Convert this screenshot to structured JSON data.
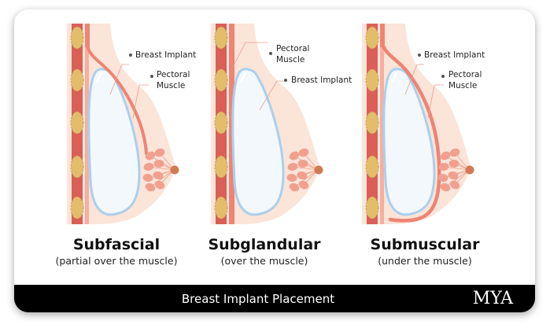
{
  "panels": [
    {
      "variant": "subfascial",
      "title": "Subfascial",
      "subtitle": "(partial over the muscle)",
      "labels": {
        "implant": "Breast Implant",
        "muscle_1": "Pectoral",
        "muscle_2": "Muscle"
      }
    },
    {
      "variant": "subglandular",
      "title": "Subglandular",
      "subtitle": "(over the muscle)",
      "labels": {
        "implant": "Breast Implant",
        "muscle_1": "Pectoral",
        "muscle_2": "Muscle"
      }
    },
    {
      "variant": "submuscular",
      "title": "Submuscular",
      "subtitle": "(under the muscle)",
      "labels": {
        "implant": "Breast Implant",
        "muscle_1": "Pectoral",
        "muscle_2": "Muscle"
      }
    }
  ],
  "footer": {
    "title": "Breast Implant Placement",
    "logo": "MYA"
  },
  "colors": {
    "skin": "#fbe4d8",
    "rib": "#d95f57",
    "fat": "#e2bd6c",
    "muscle": "#ee8474",
    "implant_fill": "#f3f8fd",
    "implant_stroke": "#a9d0ef",
    "nipple": "#cf7b57",
    "footer_bg": "#000000"
  }
}
